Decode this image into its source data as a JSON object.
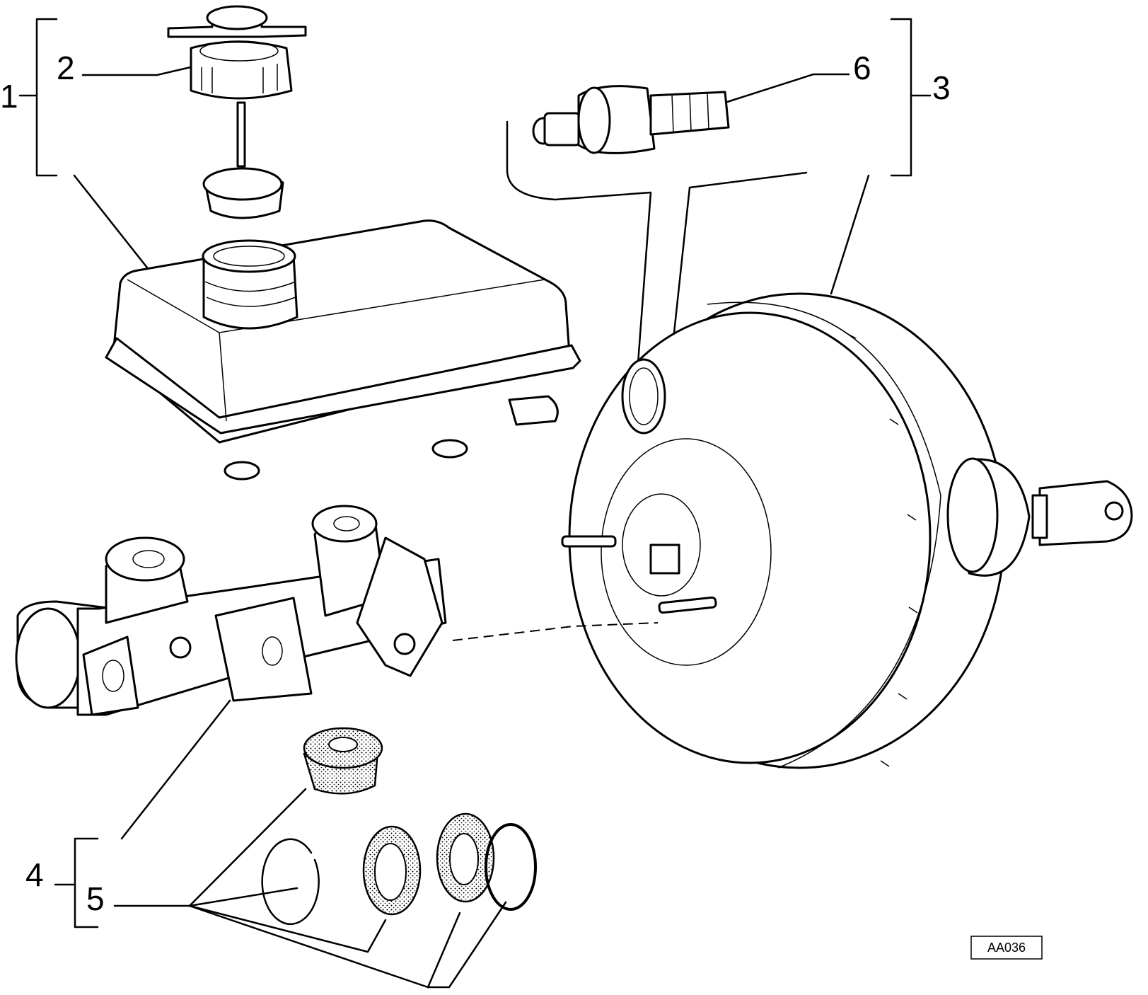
{
  "labels": {
    "l1": "1",
    "l2": "2",
    "l3": "3",
    "l4": "4",
    "l5": "5",
    "l6": "6"
  },
  "drawing_code": "AA036"
}
